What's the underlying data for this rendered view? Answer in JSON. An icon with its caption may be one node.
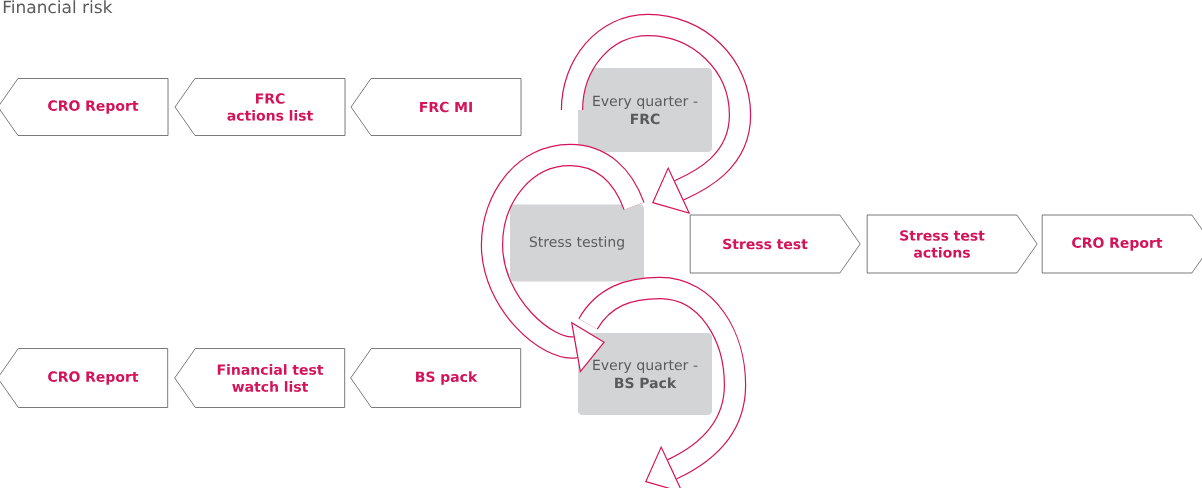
{
  "diagram": {
    "title": "Financial risk",
    "nodes": [
      {
        "text": [
          "CRO Report"
        ]
      },
      {
        "text": [
          "FRC actions list"
        ]
      },
      {
        "text": [
          "FRC MI"
        ]
      },
      {
        "text": [
          "Every quarter -",
          "FRC"
        ]
      },
      {
        "text": [
          "Stress testing"
        ]
      },
      {
        "text": [
          "Stress test"
        ]
      },
      {
        "text": [
          "Stress test actions"
        ]
      },
      {
        "text": [
          "CRO Report"
        ]
      },
      {
        "text": [
          "CRO Report"
        ]
      },
      {
        "text": [
          "Financial test watch list"
        ]
      },
      {
        "text": [
          "BS pack"
        ]
      },
      {
        "text": [
          "Every quarter -",
          "BS Pack"
        ]
      }
    ],
    "edges": [
      {
        "from": 3,
        "to": 4,
        "arrow": "to"
      },
      {
        "from": 4,
        "to": 11,
        "arrow": "to"
      },
      {
        "from": 11,
        "to": null,
        "arrow": "to"
      }
    ]
  }
}
